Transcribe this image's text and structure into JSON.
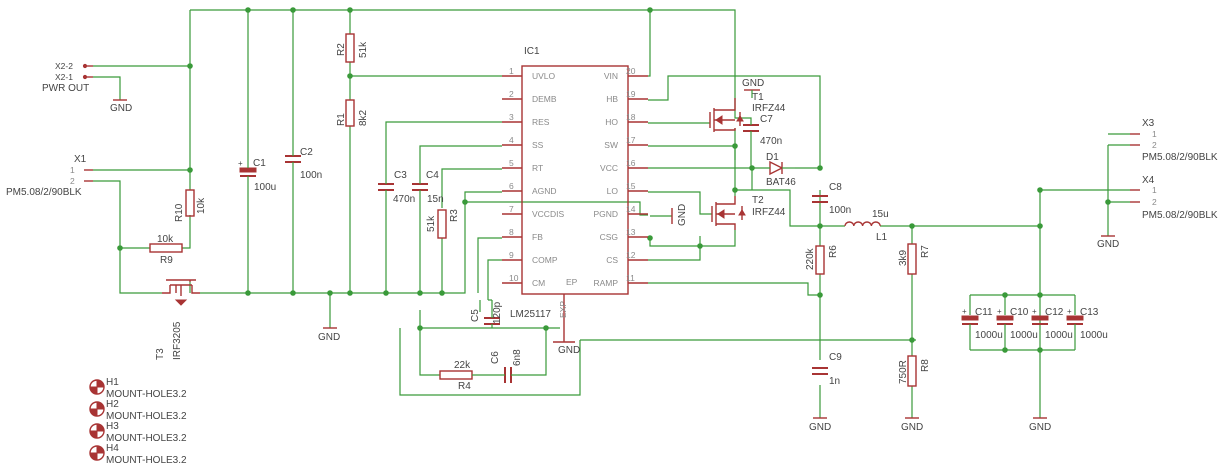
{
  "ic": {
    "ref": "IC1",
    "value": "LM25117",
    "ep_label": "EP",
    "exp_label": "EXP",
    "left_pins": [
      {
        "num": "1",
        "name": "UVLO"
      },
      {
        "num": "2",
        "name": "DEMB"
      },
      {
        "num": "3",
        "name": "RES"
      },
      {
        "num": "4",
        "name": "SS"
      },
      {
        "num": "5",
        "name": "RT"
      },
      {
        "num": "6",
        "name": "AGND"
      },
      {
        "num": "7",
        "name": "VCCDIS"
      },
      {
        "num": "8",
        "name": "FB"
      },
      {
        "num": "9",
        "name": "COMP"
      },
      {
        "num": "10",
        "name": "CM"
      }
    ],
    "right_pins": [
      {
        "num": "20",
        "name": "VIN"
      },
      {
        "num": "19",
        "name": "HB"
      },
      {
        "num": "18",
        "name": "HO"
      },
      {
        "num": "17",
        "name": "SW"
      },
      {
        "num": "16",
        "name": "VCC"
      },
      {
        "num": "15",
        "name": "LO"
      },
      {
        "num": "14",
        "name": "PGND"
      },
      {
        "num": "13",
        "name": "CSG"
      },
      {
        "num": "12",
        "name": "CS"
      },
      {
        "num": "11",
        "name": "RAMP"
      }
    ]
  },
  "resistors": [
    {
      "ref": "R2",
      "value": "51k"
    },
    {
      "ref": "R1",
      "value": "8k2"
    },
    {
      "ref": "R10",
      "value": "10k"
    },
    {
      "ref": "R9",
      "value": "10k"
    },
    {
      "ref": "R3",
      "value": "51k"
    },
    {
      "ref": "R4",
      "value": "22k"
    },
    {
      "ref": "R6",
      "value": "220k"
    },
    {
      "ref": "R7",
      "value": "3k9"
    },
    {
      "ref": "R8",
      "value": "750R"
    }
  ],
  "capacitors": [
    {
      "ref": "C1",
      "value": "100u"
    },
    {
      "ref": "C2",
      "value": "100n"
    },
    {
      "ref": "C3",
      "value": "470n"
    },
    {
      "ref": "C4",
      "value": "15n"
    },
    {
      "ref": "C5",
      "value": "120p"
    },
    {
      "ref": "C6",
      "value": "6n8"
    },
    {
      "ref": "C7",
      "value": "470n"
    },
    {
      "ref": "C8",
      "value": "100n"
    },
    {
      "ref": "C9",
      "value": "1n"
    },
    {
      "ref": "C11",
      "value": "1000u"
    },
    {
      "ref": "C10",
      "value": "1000u"
    },
    {
      "ref": "C12",
      "value": "1000u"
    },
    {
      "ref": "C13",
      "value": "1000u"
    }
  ],
  "semis": {
    "t1_ref": "T1",
    "t1_value": "IRFZ44",
    "t2_ref": "T2",
    "t2_value": "IRFZ44",
    "t3_ref": "T3",
    "t3_value": "IRF3205",
    "d1_ref": "D1",
    "d1_value": "BAT46",
    "l1_ref": "L1",
    "l1_value": "15u"
  },
  "connectors": {
    "x2_pin2": "X2-2",
    "x2_pin1": "X2-1",
    "x2_label": "PWR OUT",
    "x1_ref": "X1",
    "x1_value": "PM5.08/2/90BLK",
    "x3_ref": "X3",
    "x3_value": "PM5.08/2/90BLK",
    "x4_ref": "X4",
    "x4_value": "PM5.08/2/90BLK",
    "pin1": "1",
    "pin2": "2"
  },
  "mount_holes": [
    {
      "ref": "H1",
      "value": "MOUNT-HOLE3.2"
    },
    {
      "ref": "H2",
      "value": "MOUNT-HOLE3.2"
    },
    {
      "ref": "H3",
      "value": "MOUNT-HOLE3.2"
    },
    {
      "ref": "H4",
      "value": "MOUNT-HOLE3.2"
    }
  ],
  "gnd_label": "GND",
  "colors": {
    "wire": "#3a9a3a",
    "part": "#a83434",
    "text": "#444444",
    "pin_text": "#8a8a8a"
  }
}
